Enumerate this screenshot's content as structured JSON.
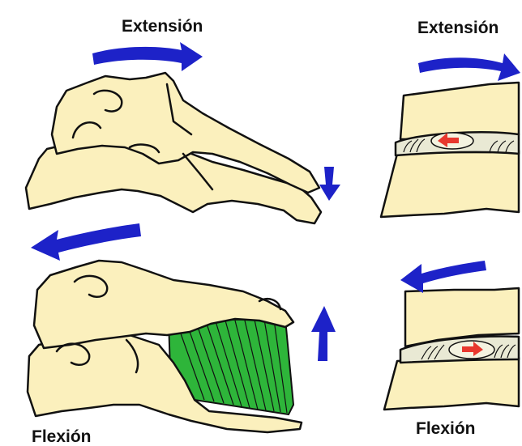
{
  "labels": {
    "top_left": "Extensión",
    "top_right": "Extensión",
    "bottom_left": "Flexión",
    "bottom_right": "Flexión"
  },
  "colors": {
    "bone_fill": "#fbf0bd",
    "outline": "#111111",
    "arrow_blue": "#1d22c8",
    "ligament_green": "#2eb53a",
    "nucleus_red": "#e8382e",
    "disc_fill": "#e9e9d4"
  }
}
